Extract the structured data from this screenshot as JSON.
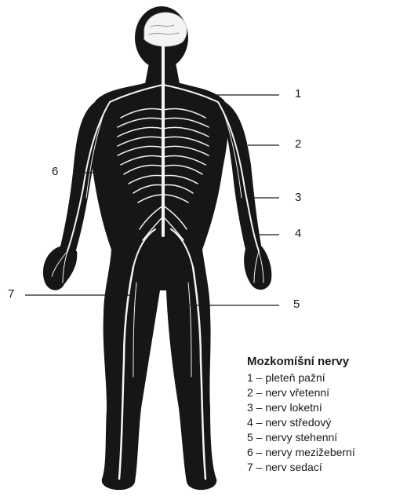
{
  "colors": {
    "body": "#161616",
    "nerve": "#f4f4f4",
    "line": "#1a1a1a",
    "text": "#1a1a1a"
  },
  "callouts": [
    {
      "num": "1"
    },
    {
      "num": "2"
    },
    {
      "num": "3"
    },
    {
      "num": "4"
    },
    {
      "num": "5"
    },
    {
      "num": "6"
    },
    {
      "num": "7"
    }
  ],
  "legend": {
    "title": "Mozkomíšní nervy",
    "items": [
      "1 – pleteň pažní",
      "2 – nerv vřetenní",
      "3 – nerv loketní",
      "4 – nerv středový",
      "5 – nervy stehenní",
      "6 – nervy mezižeberní",
      "7 – nerv sedací"
    ]
  }
}
